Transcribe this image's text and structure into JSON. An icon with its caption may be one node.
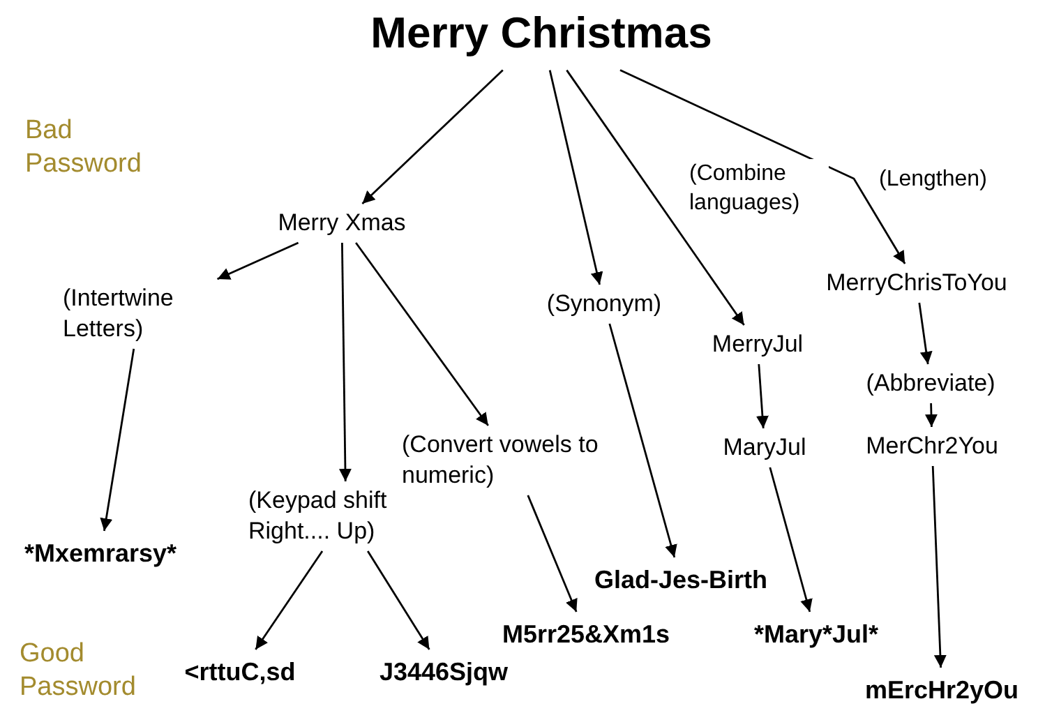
{
  "diagram": {
    "nodes": [
      {
        "text": [
          "Merry Christmas"
        ]
      },
      {
        "text": [
          "Merry Xmas"
        ]
      },
      {
        "text": [
          "(Intertwine Letters)"
        ]
      },
      {
        "text": [
          "*Mxemrarsy*"
        ]
      },
      {
        "text": [
          "(Keypad shift Right.... Up)"
        ]
      },
      {
        "text": [
          "<rttuC,sd"
        ]
      },
      {
        "text": [
          "J3446Sjqw"
        ]
      },
      {
        "text": [
          "(Convert vowels to numeric)"
        ]
      },
      {
        "text": [
          "M5rr25&Xm1s"
        ]
      },
      {
        "text": [
          "(Synonym)"
        ]
      },
      {
        "text": [
          "Glad-Jes-Birth"
        ]
      },
      {
        "text": [
          "MerryJul"
        ]
      },
      {
        "text": [
          "MaryJul"
        ]
      },
      {
        "text": [
          "*Mary*Jul*"
        ]
      },
      {
        "text": [
          "MerryChrisToYou"
        ]
      },
      {
        "text": [
          "(Abbreviate)"
        ]
      },
      {
        "text": [
          "MerChr2You"
        ]
      },
      {
        "text": [
          "mErcHr2yOu"
        ]
      }
    ],
    "edges": [
      {
        "from": 0,
        "to": 1,
        "arrow": "to"
      },
      {
        "from": 0,
        "to": 9,
        "arrow": "to"
      },
      {
        "from": 0,
        "to": 11,
        "arrow": "to",
        "label": "(Combine languages)"
      },
      {
        "from": 0,
        "to": 14,
        "arrow": "to",
        "label": "(Lengthen)"
      },
      {
        "from": 1,
        "to": 2,
        "arrow": "to"
      },
      {
        "from": 1,
        "to": 4,
        "arrow": "to"
      },
      {
        "from": 1,
        "to": 7,
        "arrow": "to"
      },
      {
        "from": 2,
        "to": 3,
        "arrow": "to"
      },
      {
        "from": 4,
        "to": 5,
        "arrow": "to"
      },
      {
        "from": 4,
        "to": 6,
        "arrow": "to"
      },
      {
        "from": 7,
        "to": 8,
        "arrow": "to"
      },
      {
        "from": 9,
        "to": 10,
        "arrow": "to"
      },
      {
        "from": 11,
        "to": 12,
        "arrow": "to"
      },
      {
        "from": 12,
        "to": 13,
        "arrow": "to"
      },
      {
        "from": 14,
        "to": 15,
        "arrow": "to"
      },
      {
        "from": 15,
        "to": 16,
        "arrow": "to"
      },
      {
        "from": 16,
        "to": 17,
        "arrow": "to"
      }
    ],
    "labels": [
      "Bad Password",
      "Good Password"
    ]
  }
}
